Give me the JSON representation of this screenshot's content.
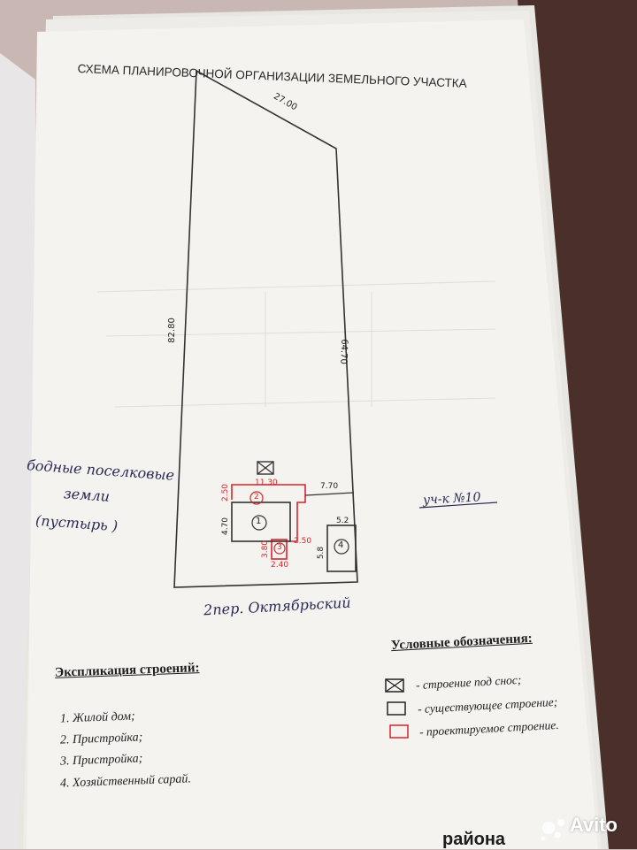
{
  "document": {
    "title": "СХЕМА ПЛАНИРОВОЧНОЙ ОРГАНИЗАЦИИ ЗЕМЕЛЬНОГО УЧАСТКА",
    "street_label": "2пер. Октябрьский",
    "neighbor_label": "уч-к №10",
    "free_land": {
      "line1": "бодные поселковые",
      "line2": "земли",
      "line3": "(пустырь )"
    }
  },
  "dimensions": {
    "top_edge": "27.00",
    "left_edge": "82.80",
    "right_edge": "64.70",
    "building_top": "11.30",
    "setback": "7.70",
    "red_left": "2.50",
    "house_height": "4.70",
    "annex_right": "2.50",
    "annex_height": "3.80",
    "annex_width": "2.40",
    "shed_top": "5.2",
    "shed_side": "5.8"
  },
  "building_numbers": {
    "house": "1",
    "annex2": "2",
    "annex3": "3",
    "shed": "4"
  },
  "legend": {
    "title": "Условные обозначения:",
    "items": [
      {
        "label": "- строение под снос;"
      },
      {
        "label": "- существующее строение;"
      },
      {
        "label": "- проектируемое строение."
      }
    ]
  },
  "explication": {
    "title": "Экспликация строений:",
    "items": [
      "1. Жилой дом;",
      "2. Пристройка;",
      "3. Пристройка;",
      "4. Хозяйственный сарай."
    ]
  },
  "footer": {
    "partial_text": "района",
    "watermark": "Avito"
  },
  "colors": {
    "ink": "#2a2a2a",
    "projected_red": "#d8262c",
    "paper": "#f4f3ef"
  }
}
